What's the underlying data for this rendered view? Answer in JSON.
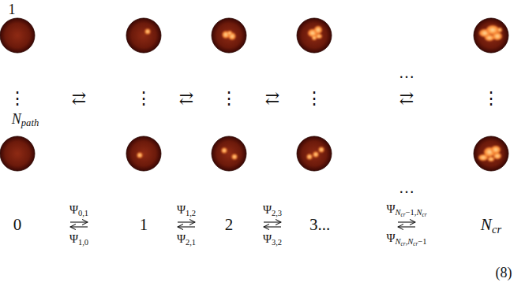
{
  "diagram": {
    "nodes": [
      {
        "text": [
          "0"
        ]
      },
      {
        "text": [
          "1"
        ]
      },
      {
        "text": [
          "2"
        ]
      },
      {
        "text": [
          "3..."
        ]
      },
      {
        "text": [
          "Ncr"
        ]
      }
    ],
    "edges": [
      {
        "from": 0,
        "to": 1,
        "arrow": "to",
        "label": "Ψ0,1"
      },
      {
        "from": 1,
        "to": 0,
        "arrow": "to",
        "label": "Ψ1,0"
      },
      {
        "from": 1,
        "to": 2,
        "arrow": "to",
        "label": "Ψ1,2"
      },
      {
        "from": 2,
        "to": 1,
        "arrow": "to",
        "label": "Ψ2,1"
      },
      {
        "from": 2,
        "to": 3,
        "arrow": "to",
        "label": "Ψ2,3"
      },
      {
        "from": 3,
        "to": 2,
        "arrow": "to",
        "label": "Ψ3,2"
      },
      {
        "from": 3,
        "to": 4,
        "arrow": "to",
        "label": "ΨNcr−1,Ncr"
      },
      {
        "from": 4,
        "to": 3,
        "arrow": "to",
        "label": "ΨNcr,Ncr−1"
      }
    ],
    "labels": [
      "1",
      "…",
      "⋮",
      "⇄",
      "⋮",
      "⇄",
      "⋮",
      "⇄",
      "⋮",
      "⇄",
      "⋮",
      "Npath",
      "…",
      "(8)"
    ]
  }
}
